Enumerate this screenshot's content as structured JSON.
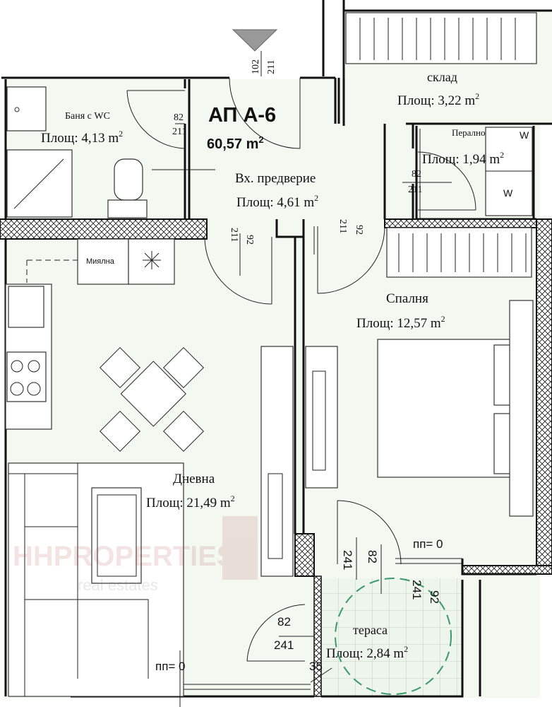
{
  "apartment": {
    "name": "АП А-6",
    "total_area": "60,57 m",
    "sup": "2"
  },
  "rooms": {
    "bathroom": {
      "name": "Баня с WC",
      "area": "Площ: 4,13 m",
      "sup": "2"
    },
    "storage": {
      "name": "склад",
      "area": "Площ: 3,22 m",
      "sup": "2"
    },
    "laundry": {
      "name": "Перално",
      "area": "Площ: 1,94 m",
      "sup": "2",
      "appliance_1": "W",
      "appliance_2": "W"
    },
    "entrance": {
      "name": "Вх. предверие",
      "area": "Площ: 4,61 m",
      "sup": "2"
    },
    "bedroom": {
      "name": "Спалня",
      "area": "Площ: 12,57 m",
      "sup": "2"
    },
    "living": {
      "name": "Дневна",
      "area": "Площ: 21,49 m",
      "sup": "2"
    },
    "terrace": {
      "name": "тераса",
      "area": "Площ: 2,84 m",
      "sup": "2"
    },
    "dishwasher": "Миялна"
  },
  "dimensions": {
    "entry_door": [
      "102",
      "211"
    ],
    "bath_door": [
      "82",
      "211"
    ],
    "laundry_door": [
      "82",
      "211"
    ],
    "living_door": [
      "92",
      "211"
    ],
    "bedroom_door": [
      "211",
      "92"
    ],
    "bedroom_terrace_door": [
      "241",
      "82"
    ],
    "terrace_side": [
      "241",
      "92"
    ],
    "living_terrace_door": [
      "82",
      "241"
    ],
    "wall": "35",
    "floor_level_1": "пп= 0",
    "floor_level_2": "пп= 0"
  },
  "watermark": {
    "brand": "HHPROPERTIES",
    "tagline": "real estates"
  },
  "colors": {
    "background": "#f3f8f1",
    "walls": "#111111",
    "terrace_circle": "#3a9a6a"
  }
}
